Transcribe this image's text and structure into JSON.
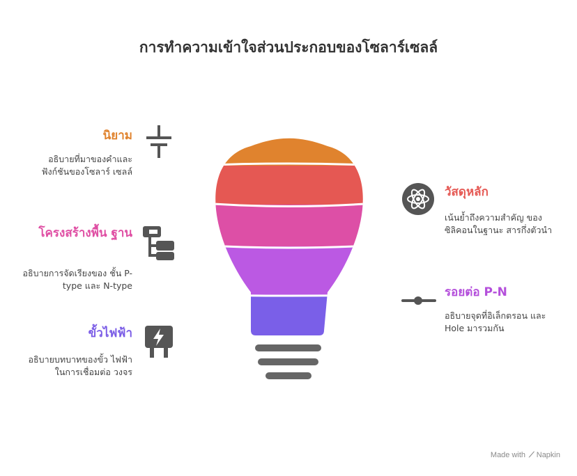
{
  "title": "การทำความเข้าใจส่วนประกอบของโซลาร์เซลล์",
  "items": [
    {
      "title": "นิยาม",
      "desc": "อธิบายที่มาของคำและ ฟังก์ชันของโซลาร์ เซลล์",
      "color": "#e0832e",
      "icon": "plus-minus-terminal-icon"
    },
    {
      "title": "โครงสร้างพื้น ฐาน",
      "desc": "อธิบายการจัดเรียงของ ชั้น P-type และ N-type",
      "color": "#df4ea3",
      "icon": "hierarchy-structure-icon"
    },
    {
      "title": "ขั้วไฟฟ้า",
      "desc": "อธิบายบทบาทของขั้ว ไฟฟ้าในการเชื่อมต่อ วงจร",
      "color": "#7b5de6",
      "icon": "electric-plug-icon"
    },
    {
      "title": "วัสดุหลัก",
      "desc": "เน้นย้ำถึงความสำคัญ ของซิลิคอนในฐานะ สารกึ่งตัวนำ",
      "color": "#e55853",
      "icon": "atom-icon"
    },
    {
      "title": "รอยต่อ P-N",
      "desc": "อธิบายจุดที่อิเล็กตรอน และ Hole มารวมกัน",
      "color": "#b44fdb",
      "icon": "junction-node-icon"
    }
  ],
  "bulb_colors": {
    "top": "#e0832e",
    "band2": "#e55853",
    "band3": "#dd4fa6",
    "band4": "#bb59e3",
    "base": "#7a5fe8",
    "screw": "#666666"
  },
  "footer": {
    "made_with": "Made with",
    "brand": "Napkin"
  }
}
